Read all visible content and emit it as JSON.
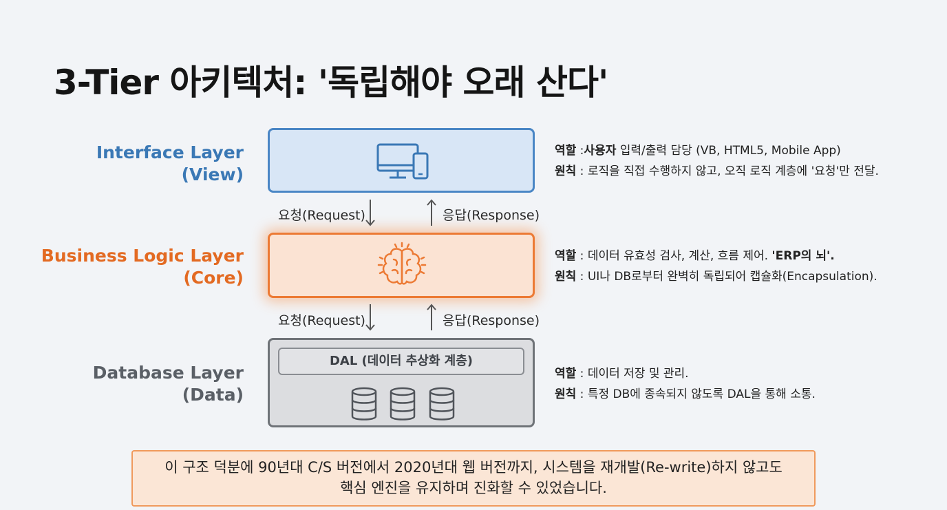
{
  "title": "3-Tier 아키텍처: '독립해야 오래 산다'",
  "layers": [
    {
      "name_line1": "Interface Layer",
      "name_line2": "(View)",
      "icon": "monitor-and-phone-icon"
    },
    {
      "name_line1": "Business Logic Layer",
      "name_line2": "(Core)",
      "icon": "brain-icon"
    },
    {
      "name_line1": "Database Layer",
      "name_line2": "(Data)",
      "icon": "database-icon",
      "inner_label": "DAL (데이터 추상화 계층)"
    }
  ],
  "flows": {
    "request": "요청(Request)",
    "response": "응답(Response)"
  },
  "descriptions": {
    "view": {
      "role_key": "역할",
      "role_sep": " :",
      "role_bold": "사용자",
      "role_text": " 입력/출력 담당 (VB, HTML5, Mobile App)",
      "principle_key": "원칙",
      "principle_text": " : 로직을 직접 수행하지 않고, 오직 로직 계층에 '요청'만 전달."
    },
    "core": {
      "role_key": "역할",
      "role_text": " : 데이터 유효성 검사, 계산, 흐름 제어. ",
      "role_bold": "'ERP의 뇌'.",
      "principle_key": "원칙",
      "principle_text": " : UI나 DB로부터 완벽히 독립되어 캡슐화(Encapsulation)."
    },
    "data": {
      "role_key": "역할",
      "role_text": " : 데이터 저장 및 관리.",
      "principle_key": "원칙",
      "principle_text": " : 특정 DB에 종속되지 않도록 DAL을 통해 소통."
    }
  },
  "note": {
    "line1": "이 구조 덕분에 90년대 C/S 버전에서 2020년대 웹 버전까지, 시스템을 재개발(Re-write)하지 않고도",
    "line2": "핵심 엔진을 유지하며 진화할 수 있었습니다."
  },
  "colors": {
    "view": "#4a86c5",
    "core": "#ec7a34",
    "data": "#6f7378"
  }
}
